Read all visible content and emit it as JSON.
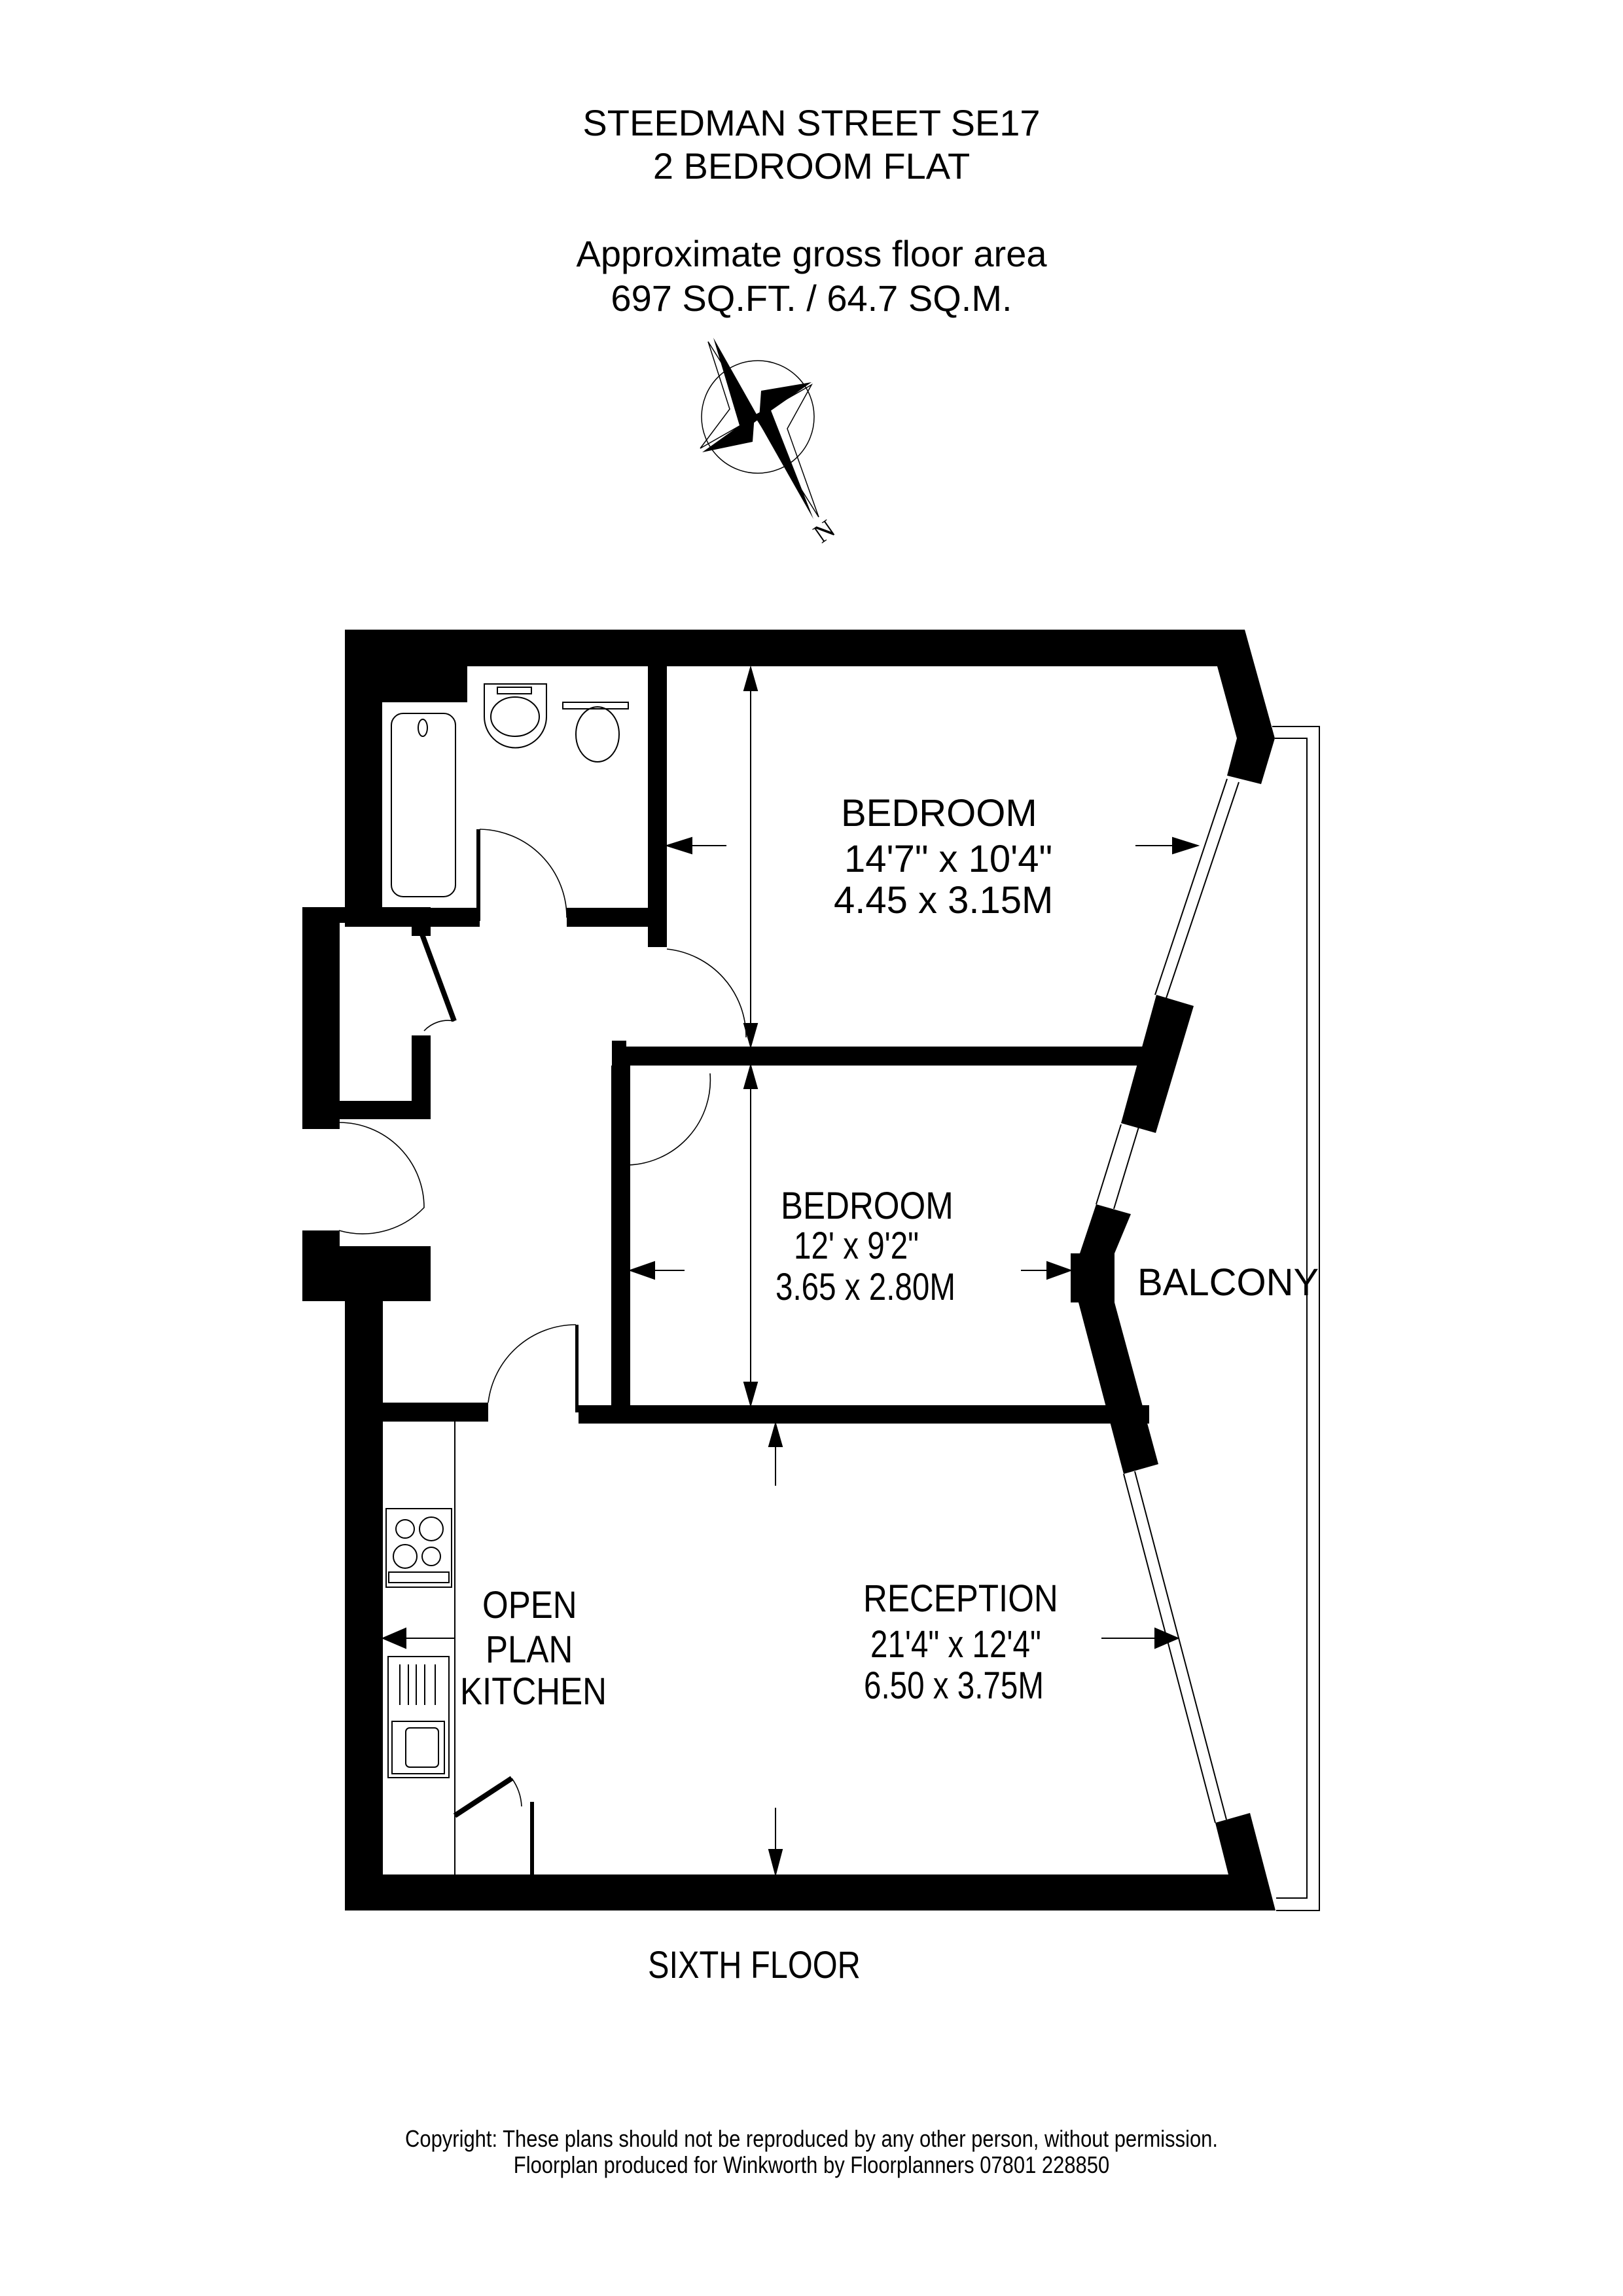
{
  "header": {
    "address": "STEEDMAN STREET SE17",
    "property_type": "2 BEDROOM FLAT",
    "area_label": "Approximate gross floor area",
    "area_value": "697 SQ.FT. / 64.7 SQ.M."
  },
  "compass": {
    "icon": "north-arrow-compass-icon",
    "north_label": "N"
  },
  "rooms": {
    "bedroom1": {
      "name": "BEDROOM",
      "imperial": "14'7\" x 10'4\"",
      "metric": "4.45 x 3.15M"
    },
    "bedroom2": {
      "name": "BEDROOM",
      "imperial": "12' x 9'2\"",
      "metric": "3.65 x 2.80M"
    },
    "balcony": {
      "name": "BALCONY"
    },
    "reception": {
      "name": "RECEPTION",
      "imperial": "21'4\" x 12'4\"",
      "metric": "6.50 x 3.75M"
    },
    "kitchen": {
      "line1": "OPEN",
      "line2": "PLAN",
      "line3": "KITCHEN"
    }
  },
  "floor_label": "SIXTH FLOOR",
  "footer": {
    "copyright": "Copyright: These plans should not be reproduced by any other person, without permission.",
    "credit": "Floorplan produced for Winkworth by Floorplanners 07801 228850"
  },
  "colors": {
    "walls": "#000000",
    "background": "#ffffff",
    "lines": "#000000"
  }
}
